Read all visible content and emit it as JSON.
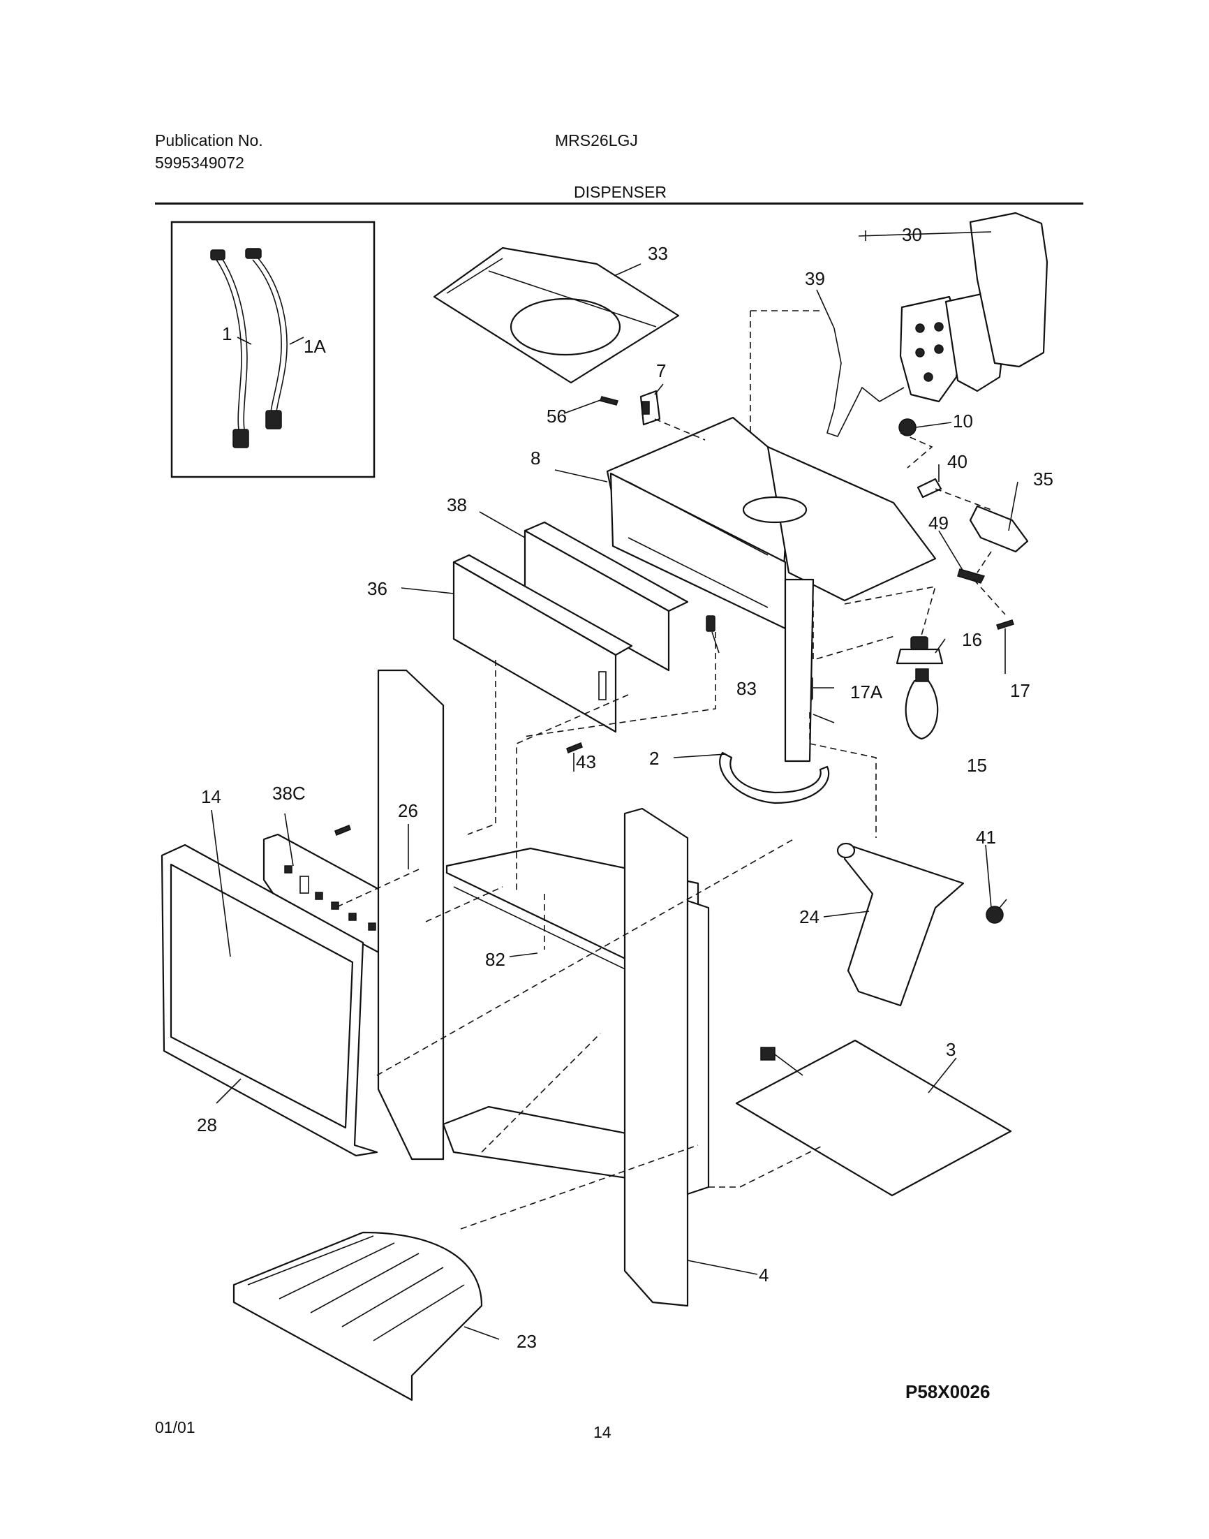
{
  "header": {
    "publication_label": "Publication No.",
    "publication_number": "5995349072",
    "model": "MRS26LGJ",
    "section_title": "DISPENSER"
  },
  "footer": {
    "date": "01/01",
    "page_number": "14",
    "figure_code": "P58X0026"
  },
  "callouts": [
    {
      "id": "c-1",
      "label": "1"
    },
    {
      "id": "c-1a",
      "label": "1A"
    },
    {
      "id": "c-2",
      "label": "2"
    },
    {
      "id": "c-3",
      "label": "3"
    },
    {
      "id": "c-4",
      "label": "4"
    },
    {
      "id": "c-7",
      "label": "7"
    },
    {
      "id": "c-8",
      "label": "8"
    },
    {
      "id": "c-10",
      "label": "10"
    },
    {
      "id": "c-14",
      "label": "14"
    },
    {
      "id": "c-15",
      "label": "15"
    },
    {
      "id": "c-16",
      "label": "16"
    },
    {
      "id": "c-17",
      "label": "17"
    },
    {
      "id": "c-17a",
      "label": "17A"
    },
    {
      "id": "c-23",
      "label": "23"
    },
    {
      "id": "c-24",
      "label": "24"
    },
    {
      "id": "c-26",
      "label": "26"
    },
    {
      "id": "c-28",
      "label": "28"
    },
    {
      "id": "c-30",
      "label": "30"
    },
    {
      "id": "c-33",
      "label": "33"
    },
    {
      "id": "c-35",
      "label": "35"
    },
    {
      "id": "c-36",
      "label": "36"
    },
    {
      "id": "c-38",
      "label": "38"
    },
    {
      "id": "c-38c",
      "label": "38C"
    },
    {
      "id": "c-39",
      "label": "39"
    },
    {
      "id": "c-40",
      "label": "40"
    },
    {
      "id": "c-41",
      "label": "41"
    },
    {
      "id": "c-43",
      "label": "43"
    },
    {
      "id": "c-49",
      "label": "49"
    },
    {
      "id": "c-56",
      "label": "56"
    },
    {
      "id": "c-82",
      "label": "82"
    },
    {
      "id": "c-83",
      "label": "83"
    }
  ]
}
